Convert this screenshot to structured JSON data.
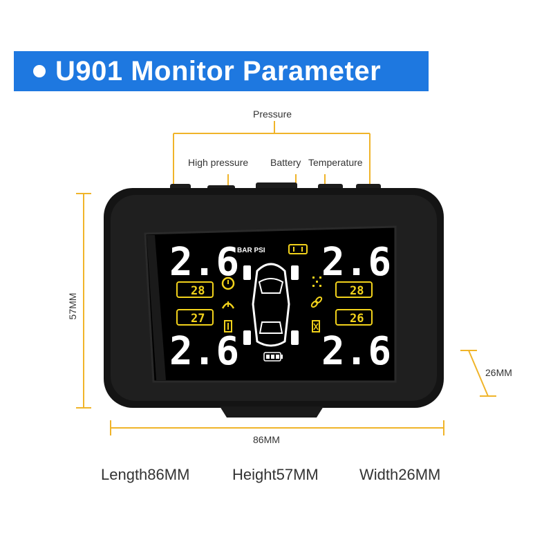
{
  "banner": {
    "title": "U901 Monitor Parameter"
  },
  "callouts": {
    "pressure": "Pressure",
    "high_pressure": "High pressure",
    "battery": "Battery",
    "temperature": "Temperature"
  },
  "display": {
    "unit_label": "BAR PSI",
    "tires": {
      "front_left": {
        "pressure": "2.6",
        "temperature": "28"
      },
      "front_right": {
        "pressure": "2.6",
        "temperature": "28"
      },
      "rear_left": {
        "pressure": "2.6",
        "temperature": "27"
      },
      "rear_right": {
        "pressure": "2.6",
        "temperature": "26"
      }
    }
  },
  "dimensions": {
    "height_label": "57MM",
    "length_label": "86MM",
    "width_label": "26MM"
  },
  "specs": {
    "length": "Length86MM",
    "height": "Height57MM",
    "width": "Width26MM"
  },
  "colors": {
    "banner": "#1e78e0",
    "callout_line": "#f0b429",
    "lcd_yellow": "#f2d21b",
    "device_body": "#141414"
  }
}
